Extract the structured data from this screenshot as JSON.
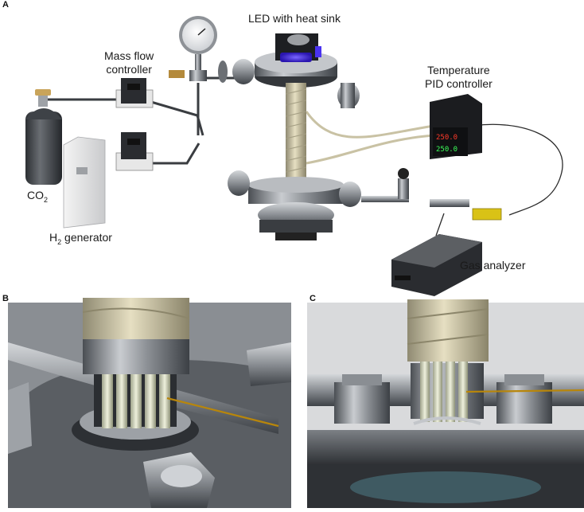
{
  "panels": {
    "a": "A",
    "b": "B",
    "c": "C"
  },
  "labels": {
    "led": "LED with heat sink",
    "mfc_line1": "Mass flow",
    "mfc_line2": "controller",
    "temp_line1": "Temperature",
    "temp_line2": "PID controller",
    "co2_main": "CO",
    "co2_sub": "2",
    "h2_main": "H",
    "h2_sub": "2",
    "h2_rest": " generator",
    "gas_analyzer": "Gas analyzer"
  },
  "displays": {
    "pid_top": "250.0",
    "pid_bottom": "250.0"
  },
  "colors": {
    "led_glow": "#5a3cff",
    "pid_top_digits": "#ff3a2a",
    "pid_bottom_digits": "#3cff5a",
    "thermocouple": "#e8d41c",
    "tube_insulation": "#d8cfb0",
    "steel": "#9a9ea3",
    "background": "#ffffff"
  }
}
